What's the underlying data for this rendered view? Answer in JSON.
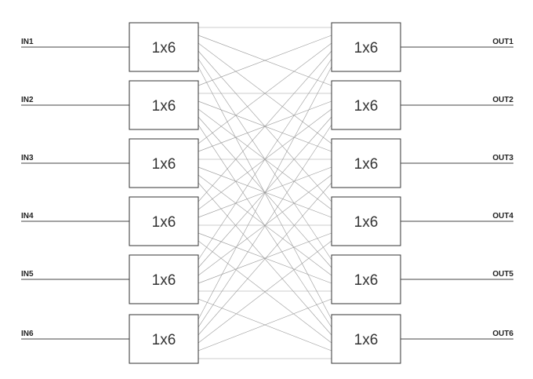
{
  "switch_label": "1x6",
  "inputs": [
    "IN1",
    "IN2",
    "IN3",
    "IN4",
    "IN5",
    "IN6"
  ],
  "outputs": [
    "OUT1",
    "OUT2",
    "OUT3",
    "OUT4",
    "OUT5",
    "OUT6"
  ]
}
